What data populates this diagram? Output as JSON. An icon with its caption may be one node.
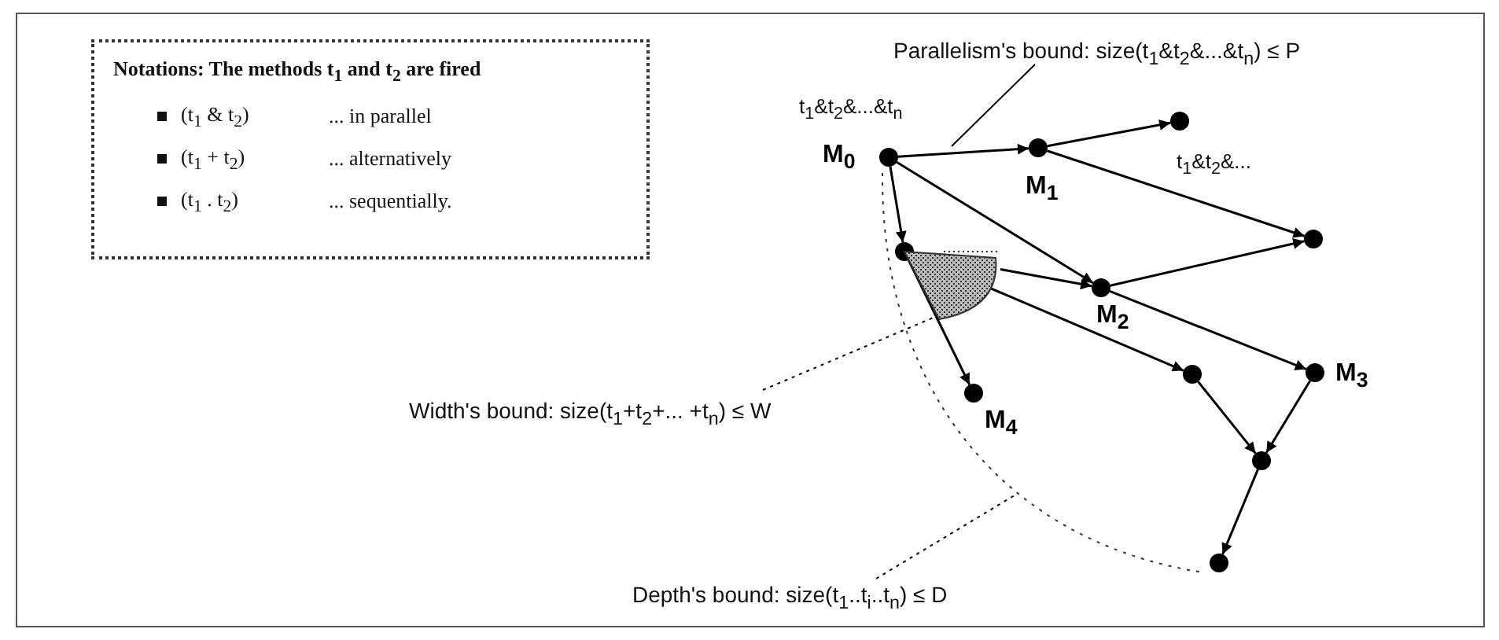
{
  "diagram": {
    "nodes": [
      {
        "text": [
          "Notations: The methods t$_{1}$ and t$_{2}$ are fired",
          "(t$_{1}$ & t$_{2}$)",
          "... in parallel",
          "(t$_{1}$ + t$_{2}$)",
          "... alternatively",
          "(t$_{1}$ . t$_{2}$)",
          "... sequentially."
        ]
      },
      {
        "text": [
          "Parallelism's bound: size(t$_{1}$&t$_{2}$&...&t$_{n}$) ≤ P"
        ]
      },
      {
        "text": [],
        "shape": "circle",
        "beside": [
          "M$_{0}$"
        ]
      },
      {
        "text": [],
        "shape": "circle"
      },
      {
        "text": [],
        "shape": "circle",
        "beside": [
          "M$_{1}$"
        ]
      },
      {
        "text": [],
        "shape": "circle"
      },
      {
        "text": [],
        "shape": "circle"
      },
      {
        "text": [],
        "shape": "circle",
        "beside": [
          "M$_{2}$"
        ]
      },
      {
        "text": [
          "Width's bound: size(t$_{1}$+t$_{2}$+... +t$_{n}$) ≤ W"
        ]
      },
      {
        "text": [],
        "shape": "circle",
        "beside": [
          "M$_{4}$"
        ]
      },
      {
        "text": [],
        "shape": "circle"
      },
      {
        "text": [],
        "shape": "circle",
        "beside": [
          "M$_{3}$"
        ]
      },
      {
        "text": [],
        "shape": "circle"
      },
      {
        "text": [],
        "shape": "circle"
      },
      {
        "text": [
          "Depth's bound: size(t$_{1}$..t$_{i}$..t$_{n}$) ≤ D"
        ]
      },
      {
        "text": [],
        "shape": "wedge"
      }
    ],
    "edges": [
      {
        "from": 2,
        "to": 4,
        "arrow": "to"
      },
      {
        "from": 4,
        "to": 3,
        "arrow": "to"
      },
      {
        "from": 4,
        "to": 5,
        "arrow": "to"
      },
      {
        "from": 2,
        "to": 6,
        "arrow": "to"
      },
      {
        "from": 2,
        "to": 7,
        "arrow": "to"
      },
      {
        "from": 7,
        "to": 5,
        "arrow": "to"
      },
      {
        "from": 15,
        "to": 7,
        "arrow": "to"
      },
      {
        "from": 6,
        "to": 9,
        "arrow": "to"
      },
      {
        "from": 15,
        "to": 10,
        "arrow": "to"
      },
      {
        "from": 7,
        "to": 11,
        "arrow": "to"
      },
      {
        "from": 10,
        "to": 12,
        "arrow": "to"
      },
      {
        "from": 11,
        "to": 12,
        "arrow": "to"
      },
      {
        "from": 12,
        "to": 13,
        "arrow": "to"
      },
      {
        "from": 1,
        "to": null,
        "arrow": "none"
      },
      {
        "from": 8,
        "to": 15,
        "arrow": "none",
        "style": "dashed"
      },
      {
        "from": 14,
        "to": null,
        "arrow": "none",
        "style": "dashed"
      }
    ],
    "labels": [
      "t$_{1}$&t$_{2}$&...&t$_{n}$",
      "t$_{1}$&t$_{2}$&..."
    ]
  }
}
